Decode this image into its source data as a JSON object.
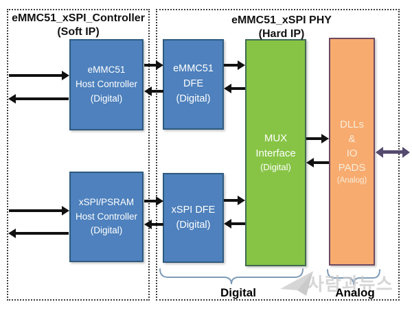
{
  "controller": {
    "title": "eMMC51_xSPI_Controller",
    "subtitle": "(Soft IP)",
    "emmc_host": {
      "line1": "eMMC51",
      "line2": "Host Controller",
      "line3": "(Digital)"
    },
    "xspi_host": {
      "line1": "xSPI/PSRAM",
      "line2": "Host Controller",
      "line3": "(Digital)"
    }
  },
  "phy": {
    "title": "eMMC51_xSPI PHY",
    "subtitle": "(Hard IP)",
    "emmc_dfe": {
      "line1": "eMMC51",
      "line2": "DFE",
      "line3": "(Digital)"
    },
    "xspi_dfe": {
      "line1": "xSPI DFE",
      "line2": "(Digital)"
    },
    "mux": {
      "line1": "MUX",
      "line2": "Interface",
      "line3": "(Digital)"
    },
    "pads": {
      "line1": "DLLs",
      "line2": "&",
      "line3": "IO",
      "line4": "PADS",
      "line5": "(Analog)"
    }
  },
  "footer": {
    "digital": "Digital",
    "analog": "Analog"
  },
  "watermark": {
    "text": "사람과뉴스"
  },
  "colors": {
    "block_blue": "#4E81BD",
    "block_blue_border": "#2E5A7E",
    "block_green": "#87C445",
    "block_green_border": "#3E6B51",
    "block_orange": "#F8AB6F",
    "block_orange_border": "#6E4960",
    "arrow_black": "#111111",
    "arrow_purple": "#554A6E",
    "brace": "#7E9BB7",
    "watermark_gray": "#C7C7C7"
  }
}
